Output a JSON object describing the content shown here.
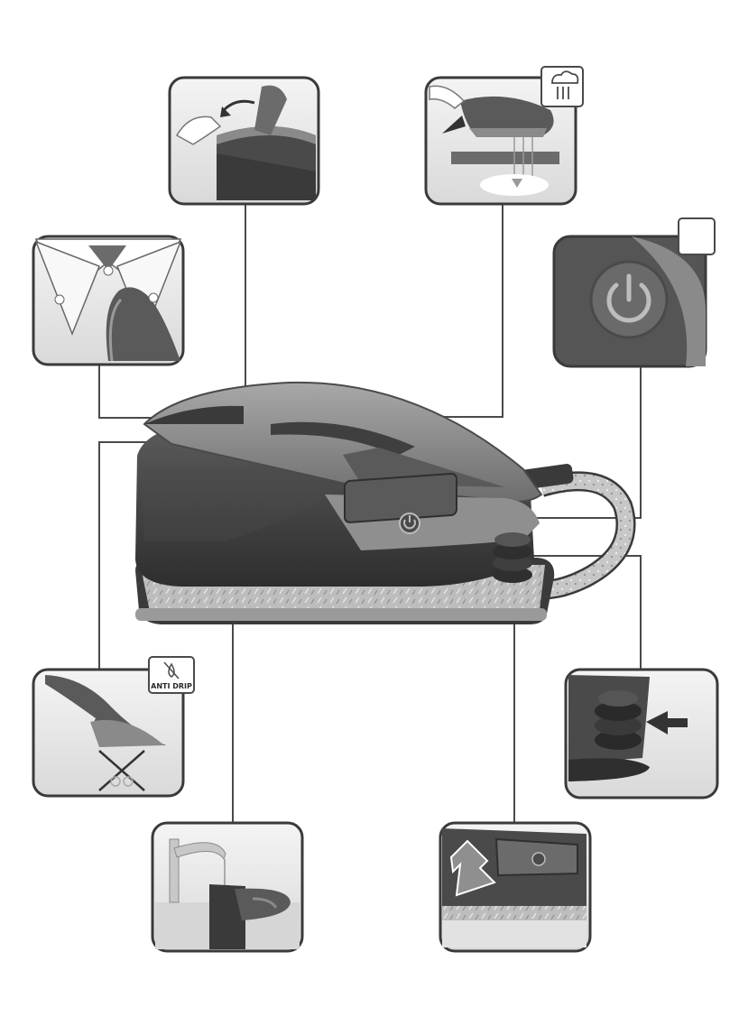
{
  "diagram": {
    "panels": [
      {
        "id": "tank-lid",
        "icon": "open-lid-icon"
      },
      {
        "id": "vertical-steam",
        "icon": "vertical-steam-icon",
        "badge_icon": "steam-cloud-icon"
      },
      {
        "id": "collar-ironing",
        "icon": "shirt-collar-icon"
      },
      {
        "id": "power-button",
        "icon": "power-icon"
      },
      {
        "id": "anti-drip",
        "icon": "anti-drip-icon"
      },
      {
        "id": "tap-fill",
        "icon": "water-tap-icon"
      },
      {
        "id": "cord-rewind",
        "icon": "cord-rewind-icon"
      },
      {
        "id": "descaling-drawer",
        "icon": "descaling-arrow-icon"
      }
    ],
    "anti_drip_badge": "ANTI DRIP",
    "colors": {
      "dark": "#3a3a3a",
      "mid": "#6b6b6b",
      "light": "#bdbdbd",
      "panel_bg": "#ededed",
      "line": "#4a4a4a"
    }
  }
}
